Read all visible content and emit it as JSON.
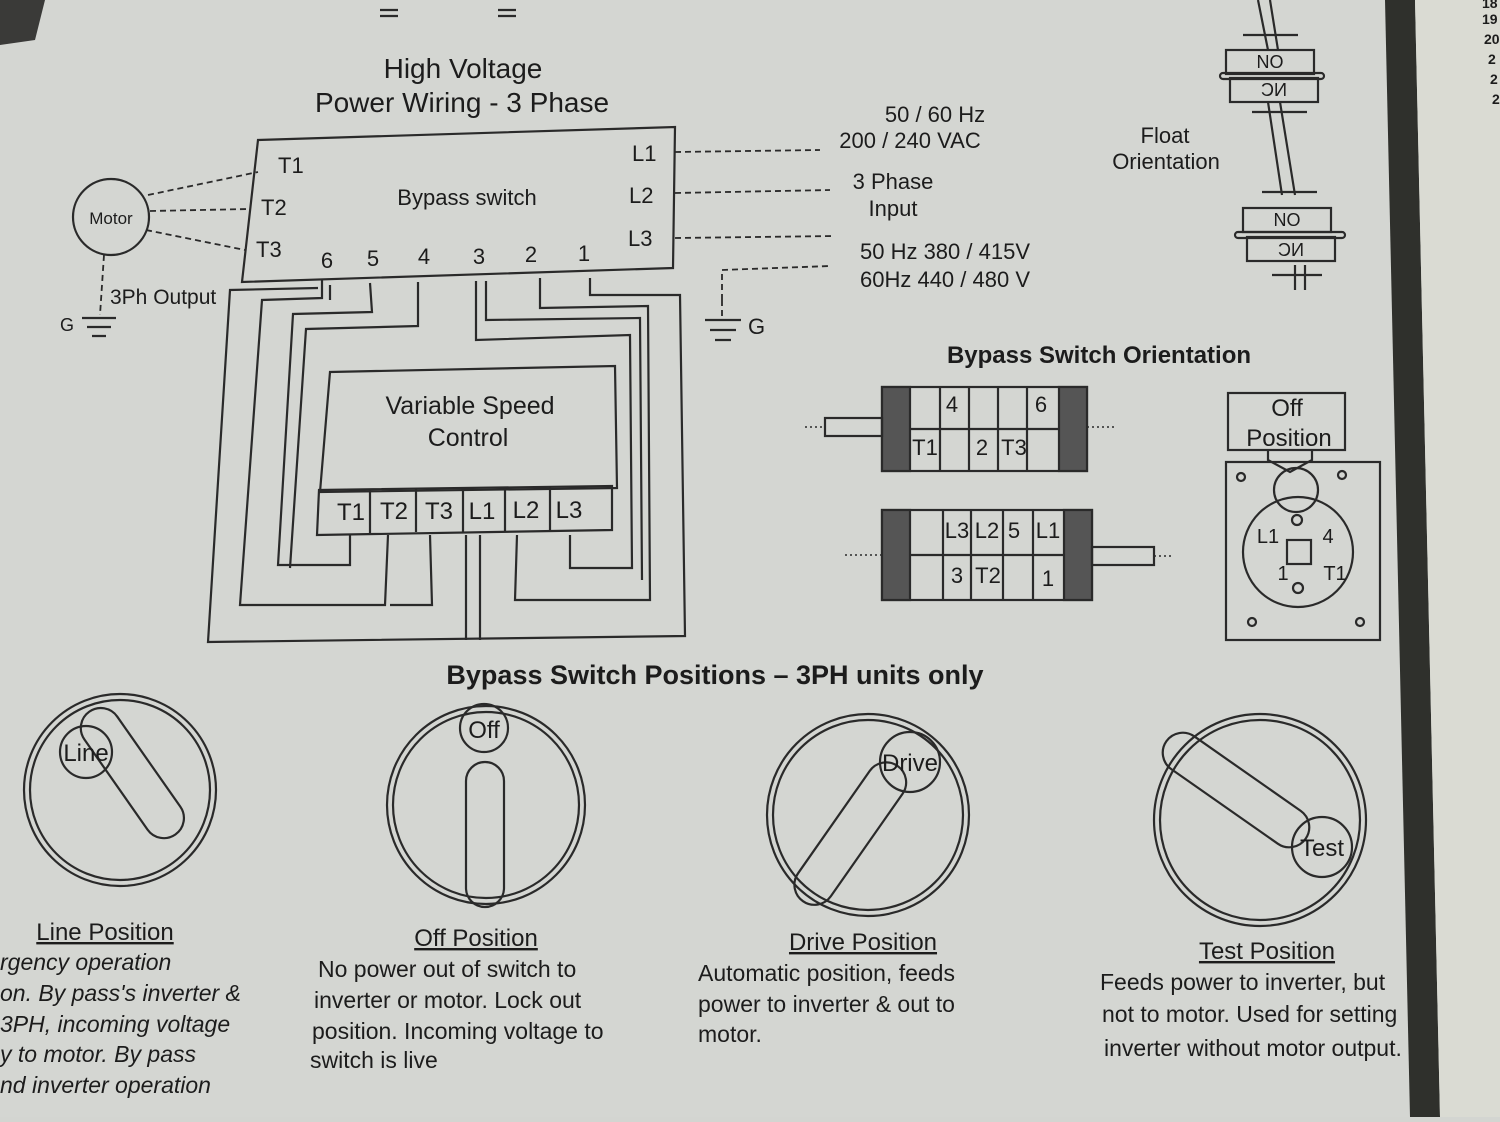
{
  "title": {
    "line1": "High Voltage",
    "line2": "Power Wiring - 3 Phase"
  },
  "bypass_switch": {
    "label": "Bypass switch",
    "left_terminals": [
      "T1",
      "T2",
      "T3"
    ],
    "right_terminals": [
      "L1",
      "L2",
      "L3"
    ],
    "bottom_terminals": [
      "6",
      "5",
      "4",
      "3",
      "2",
      "1"
    ]
  },
  "motor": {
    "label": "Motor",
    "output_label": "3Ph Output",
    "ground_label": "G"
  },
  "input": {
    "freq": "50 / 60 Hz",
    "voltage_low": "200 / 240 VAC",
    "phase_line1": "3 Phase",
    "phase_line2": "Input",
    "voltage_mid": "50 Hz 380 / 415V",
    "voltage_high": "60Hz 440 / 480 V",
    "ground_label": "G"
  },
  "vsc": {
    "line1": "Variable Speed",
    "line2": "Control",
    "terminals": [
      "T1",
      "T2",
      "T3",
      "L1",
      "L2",
      "L3"
    ]
  },
  "float": {
    "line1": "Float",
    "line2": "Orientation",
    "top_no": "NO",
    "top_nc": "NC",
    "bottom_no": "NO",
    "bottom_nc": "NC"
  },
  "orientation": {
    "title": "Bypass Switch Orientation",
    "upper": {
      "top": [
        "4",
        "6"
      ],
      "bottom": [
        "T1",
        "2",
        "T3"
      ]
    },
    "lower": {
      "top": [
        "L3",
        "L2",
        "5",
        "L1"
      ],
      "bottom": [
        "3",
        "T2",
        "1"
      ]
    },
    "off_label_line1": "Off",
    "off_label_line2": "Position",
    "plate_labels": [
      "L1",
      "4",
      "1",
      "T1"
    ]
  },
  "positions": {
    "title": "Bypass Switch Positions – 3PH units only",
    "items": [
      {
        "knob": "Line",
        "caption": "Line Position",
        "desc": [
          "rgency operation",
          "on. By pass's inverter &",
          " 3PH, incoming voltage",
          "y to motor. By pass",
          "nd inverter operation"
        ]
      },
      {
        "knob": "Off",
        "caption": "Off Position",
        "desc": [
          "No power out of switch to",
          "inverter or motor. Lock out",
          "position. Incoming voltage to",
          "switch is live"
        ]
      },
      {
        "knob": "Drive",
        "caption": "Drive Position",
        "desc": [
          "Automatic position, feeds",
          "power to inverter & out to",
          "motor."
        ]
      },
      {
        "knob": "Test",
        "caption": "Test Position",
        "desc": [
          "Feeds power to inverter, but",
          "not to motor. Used for setting",
          "inverter without motor output."
        ]
      }
    ]
  },
  "edge_numbers": [
    "18",
    "19",
    "20",
    "2",
    "2",
    "2"
  ]
}
